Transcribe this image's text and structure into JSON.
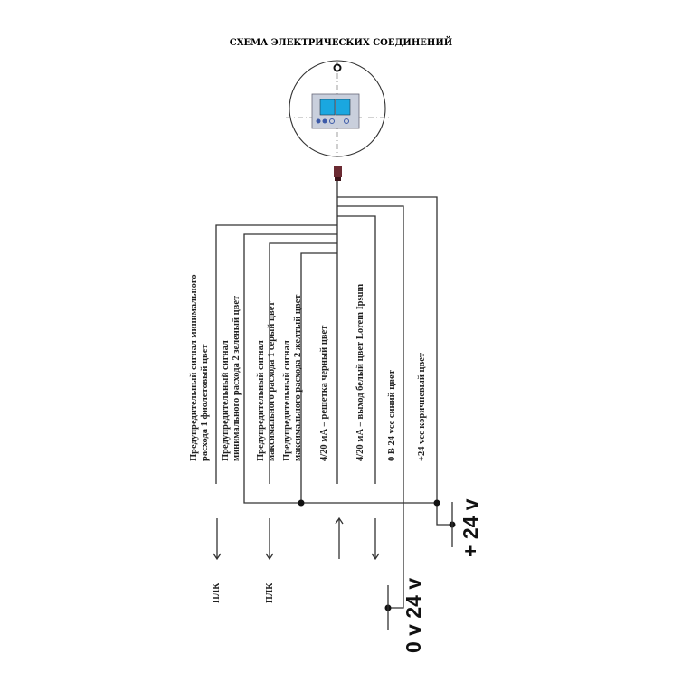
{
  "title": "СХЕМА ЭЛЕКТРИЧЕСКИХ СОЕДИНЕНИЙ",
  "wires": [
    {
      "line1": "Предупредительный сигнал минимального",
      "line2": "расхода 1 фиолетовый цвет"
    },
    {
      "line1": "Предупредительный сигнал",
      "line2": "минимального расхода 2 зеленый цвет"
    },
    {
      "line1": "Предупредительный сигнал",
      "line2": "максимального расхода 1 серый цвет"
    },
    {
      "line1": "Предупредительный сигнал",
      "line2": "максимального расхода 2 желтый цвет"
    },
    {
      "line1": "4/20 мА – решетка черный цвет"
    },
    {
      "line1": "4/20 мА – выход белый цвет Lorem Ipsum"
    },
    {
      "line1": "0 В 24 vcc синий цвет"
    },
    {
      "line1": "+24 vcc коричневый цвет"
    }
  ],
  "plc_labels": [
    "ПЛК",
    "ПЛК"
  ],
  "supply": {
    "plus": "+ 24 v",
    "zero": "0 v 24 v"
  },
  "colors": {
    "connector": "#6b2a32",
    "display": "#1aa7e0",
    "panel": "#c9cfdc"
  }
}
